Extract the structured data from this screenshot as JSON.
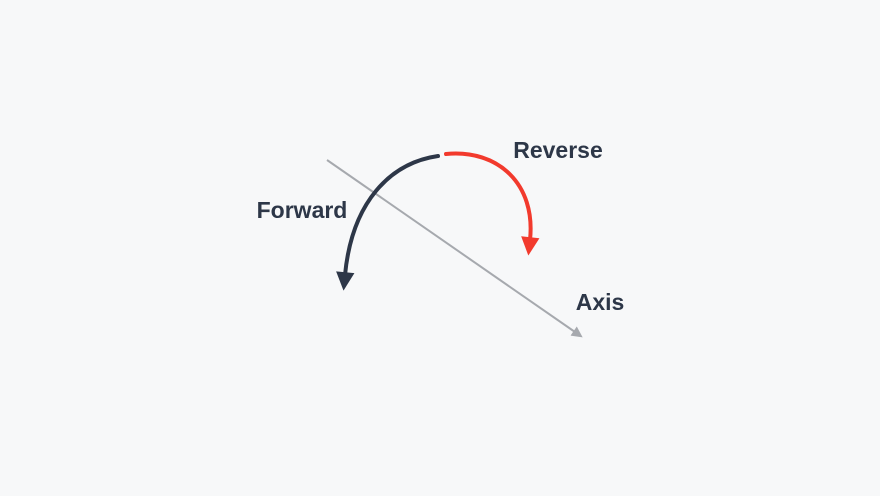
{
  "diagram": {
    "labels": {
      "forward": "Forward",
      "reverse": "Reverse",
      "axis": "Axis"
    },
    "colors": {
      "background": "#f7f8f9",
      "forward_arrow": "#2d3748",
      "reverse_arrow": "#f23a2d",
      "axis_line": "#a6a9ae",
      "label_text": "#2d3748"
    }
  }
}
